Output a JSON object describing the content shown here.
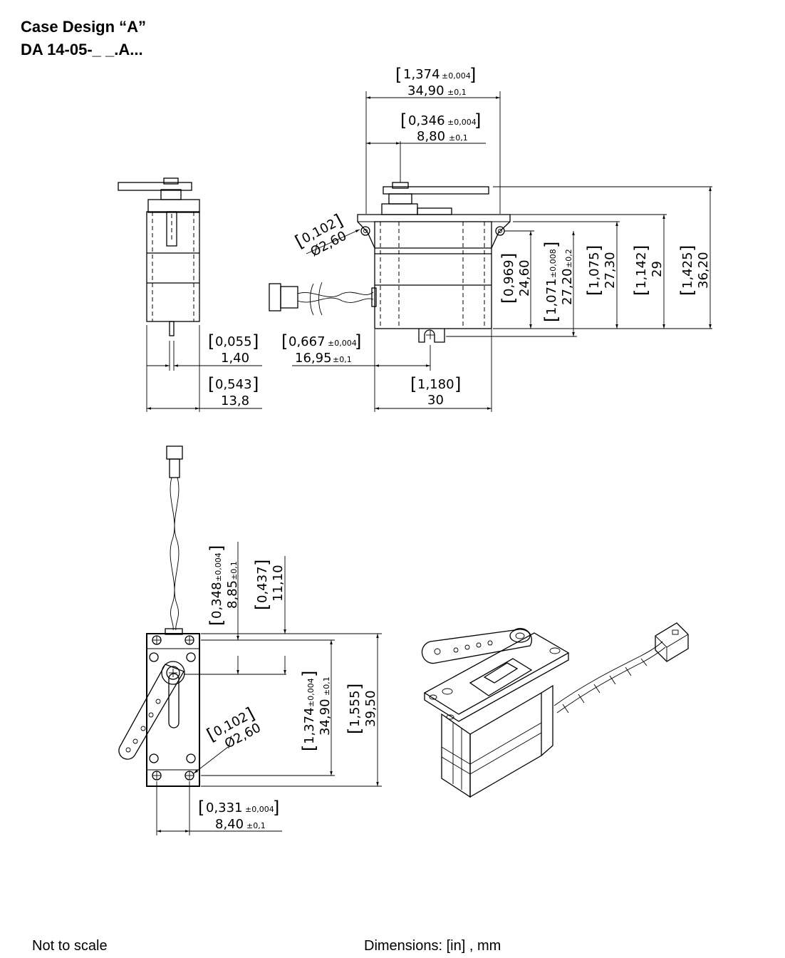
{
  "header": {
    "title_line1": "Case Design “A”",
    "title_line2": "DA 14-05-_ _.A..."
  },
  "footer": {
    "scale_note": "Not to scale",
    "units_note": "Dimensions: [in] , mm"
  },
  "dims": {
    "top_width_in": "1,374",
    "top_width_in_tol": "±0,004",
    "top_width_mm": "34,90",
    "top_width_mm_tol": "±0,1",
    "shaft_off_in": "0,346",
    "shaft_off_in_tol": "±0,004",
    "shaft_off_mm": "8,80",
    "shaft_off_mm_tol": "±0,1",
    "hole_in": "0,102",
    "hole_mm": "Ø2,60",
    "shaft_dia_in": "0,055",
    "shaft_dia_mm": "1,40",
    "side_depth_in": "0,543",
    "side_depth_mm": "13,8",
    "shaft_pos_in": "0,667",
    "shaft_pos_in_tol": "±0,004",
    "shaft_pos_mm": "16,95",
    "shaft_pos_mm_tol": "±0,1",
    "body_w_in": "1,180",
    "body_w_mm": "30",
    "h1_in": "0,969",
    "h1_mm": "24,60",
    "h2_in": "1,071",
    "h2_in_tol": "±0,008",
    "h2_mm": "27,20",
    "h2_mm_tol": "±0,2",
    "h3_in": "1,075",
    "h3_mm": "27,30",
    "h4_in": "1,142",
    "h4_mm": "29",
    "h5_in": "1,425",
    "h5_mm": "36,20",
    "v1_in": "0,348",
    "v1_in_tol": "±0,004",
    "v1_mm": "8,85",
    "v1_mm_tol": "±0,1",
    "v2_in": "0,437",
    "v2_mm": "11,10",
    "v3_in": "1,374",
    "v3_in_tol": "±0,004",
    "v3_mm": "34,90",
    "v3_mm_tol": "±0,1",
    "v4_in": "1,555",
    "v4_mm": "39,50",
    "hole2_in": "0,102",
    "hole2_mm": "Ø2,60",
    "bot_off_in": "0,331",
    "bot_off_in_tol": "±0,004",
    "bot_off_mm": "8,40",
    "bot_off_mm_tol": "±0,1"
  }
}
